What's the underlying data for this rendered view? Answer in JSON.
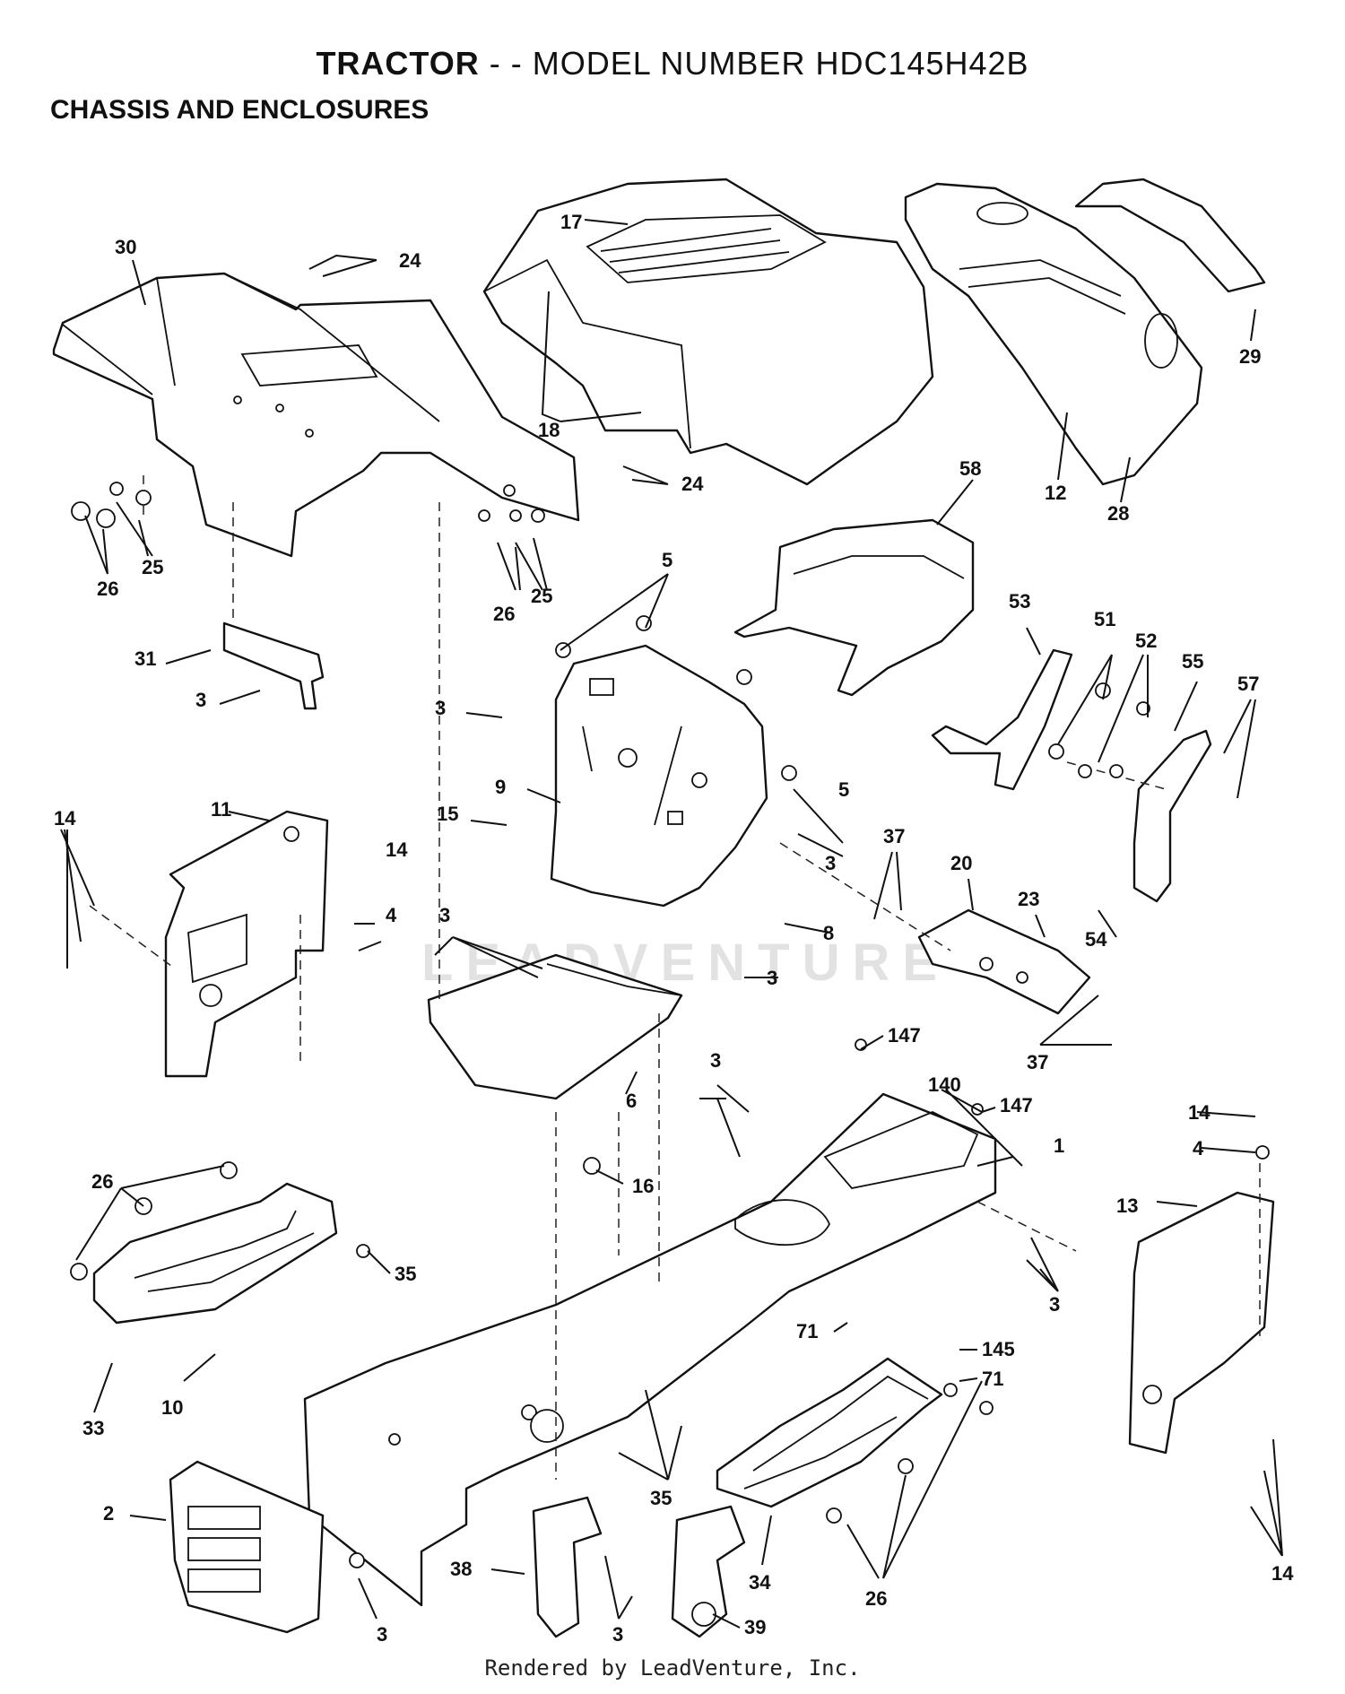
{
  "header": {
    "title_bold": "TRACTOR",
    "title_rest": " - - MODEL NUMBER HDC145H42B",
    "section": "CHASSIS AND ENCLOSURES"
  },
  "watermark": "LEADVENTURE",
  "footer": "Rendered by LeadVenture, Inc.",
  "callouts": [
    {
      "id": "c17",
      "text": "17"
    },
    {
      "id": "c30",
      "text": "30"
    },
    {
      "id": "c24a",
      "text": "24"
    },
    {
      "id": "c29",
      "text": "29"
    },
    {
      "id": "c18",
      "text": "18"
    },
    {
      "id": "c24b",
      "text": "24"
    },
    {
      "id": "c12",
      "text": "12"
    },
    {
      "id": "c28",
      "text": "28"
    },
    {
      "id": "c58",
      "text": "58"
    },
    {
      "id": "c25a",
      "text": "25"
    },
    {
      "id": "c26a",
      "text": "26"
    },
    {
      "id": "c25b",
      "text": "25"
    },
    {
      "id": "c26b",
      "text": "26"
    },
    {
      "id": "c5a",
      "text": "5"
    },
    {
      "id": "c31",
      "text": "31"
    },
    {
      "id": "c3a",
      "text": "3"
    },
    {
      "id": "c3b",
      "text": "3"
    },
    {
      "id": "c53",
      "text": "53"
    },
    {
      "id": "c51",
      "text": "51"
    },
    {
      "id": "c52",
      "text": "52"
    },
    {
      "id": "c55",
      "text": "55"
    },
    {
      "id": "c57",
      "text": "57"
    },
    {
      "id": "c9",
      "text": "9"
    },
    {
      "id": "c5b",
      "text": "5"
    },
    {
      "id": "c14a",
      "text": "14"
    },
    {
      "id": "c11",
      "text": "11"
    },
    {
      "id": "c15",
      "text": "15"
    },
    {
      "id": "c3c",
      "text": "3"
    },
    {
      "id": "c37a",
      "text": "37"
    },
    {
      "id": "c14b",
      "text": "14"
    },
    {
      "id": "c4a",
      "text": "4"
    },
    {
      "id": "c3d",
      "text": "3"
    },
    {
      "id": "c20",
      "text": "20"
    },
    {
      "id": "c23",
      "text": "23"
    },
    {
      "id": "c8",
      "text": "8"
    },
    {
      "id": "c54",
      "text": "54"
    },
    {
      "id": "c3e",
      "text": "3"
    },
    {
      "id": "c37b",
      "text": "37"
    },
    {
      "id": "c147a",
      "text": "147"
    },
    {
      "id": "c6",
      "text": "6"
    },
    {
      "id": "c3f",
      "text": "3"
    },
    {
      "id": "c140",
      "text": "140"
    },
    {
      "id": "c147b",
      "text": "147"
    },
    {
      "id": "c14c",
      "text": "14"
    },
    {
      "id": "c1",
      "text": "1"
    },
    {
      "id": "c4b",
      "text": "4"
    },
    {
      "id": "c26c",
      "text": "26"
    },
    {
      "id": "c16",
      "text": "16"
    },
    {
      "id": "c13",
      "text": "13"
    },
    {
      "id": "c35a",
      "text": "35"
    },
    {
      "id": "c3g",
      "text": "3"
    },
    {
      "id": "c71a",
      "text": "71"
    },
    {
      "id": "c145",
      "text": "145"
    },
    {
      "id": "c71b",
      "text": "71"
    },
    {
      "id": "c33",
      "text": "33"
    },
    {
      "id": "c10",
      "text": "10"
    },
    {
      "id": "c2",
      "text": "2"
    },
    {
      "id": "c35b",
      "text": "35"
    },
    {
      "id": "c34",
      "text": "34"
    },
    {
      "id": "c14d",
      "text": "14"
    },
    {
      "id": "c38",
      "text": "38"
    },
    {
      "id": "c26d",
      "text": "26"
    },
    {
      "id": "c3h",
      "text": "3"
    },
    {
      "id": "c3i",
      "text": "3"
    },
    {
      "id": "c39",
      "text": "39"
    }
  ]
}
